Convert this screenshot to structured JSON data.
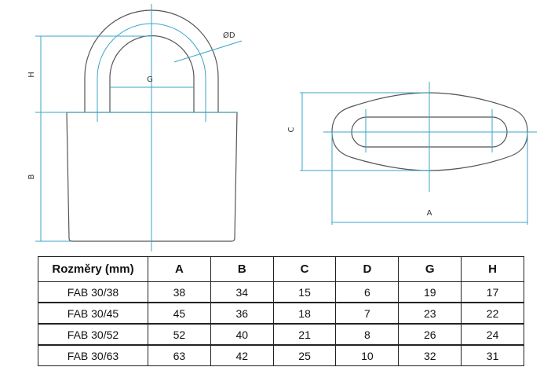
{
  "drawing": {
    "labels": {
      "H": "H",
      "B": "B",
      "G": "G",
      "D": "ØD",
      "C": "C",
      "A": "A"
    },
    "colors": {
      "outline": "#555555",
      "dimension": "#3aa6c8"
    }
  },
  "table": {
    "headers": [
      "Rozměry (mm)",
      "A",
      "B",
      "C",
      "D",
      "G",
      "H"
    ],
    "rows": [
      [
        "FAB 30/38",
        "38",
        "34",
        "15",
        "6",
        "19",
        "17"
      ],
      [
        "FAB 30/45",
        "45",
        "36",
        "18",
        "7",
        "23",
        "22"
      ],
      [
        "FAB 30/52",
        "52",
        "40",
        "21",
        "8",
        "26",
        "24"
      ],
      [
        "FAB 30/63",
        "63",
        "42",
        "25",
        "10",
        "32",
        "31"
      ]
    ]
  }
}
